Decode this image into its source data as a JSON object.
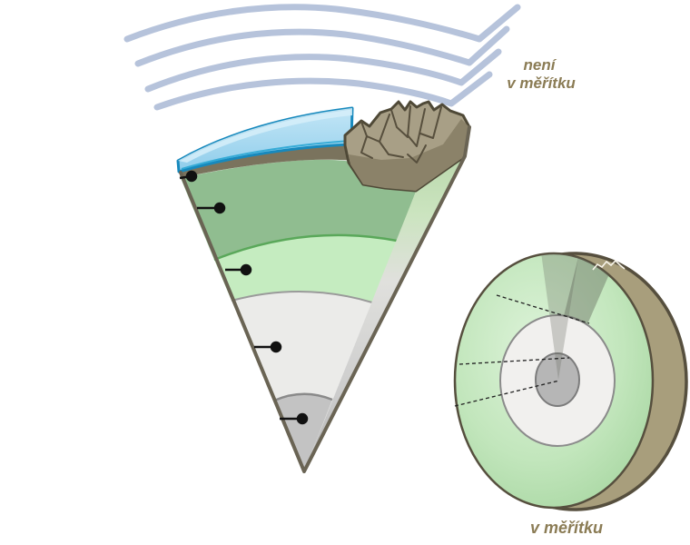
{
  "labels": {
    "not_to_scale_line1": "není",
    "not_to_scale_line2": "v měřítku",
    "to_scale": "v měřítku"
  },
  "colors": {
    "atmosphere_arc": "#b6c3db",
    "ocean": "#a1d8f0",
    "ocean_highlight": "#d6eef9",
    "ocean_outline": "#1789bd",
    "crust_band": "#7a735d",
    "land_top": "#a89f86",
    "land_front": "#8b8269",
    "upper_mantle": "#90bd90",
    "mantle": "#c5ecc0",
    "outer_core": "#ebebe9",
    "inner_core": "#c3c3c3",
    "wedge_outline": "#6a6454",
    "callout": "#111111",
    "label_text": "#8b7c55",
    "sphere_rim": "#a89e7c",
    "sphere_outer_core": "#f1f0ee",
    "sphere_inner_core": "#b6b6b6"
  }
}
